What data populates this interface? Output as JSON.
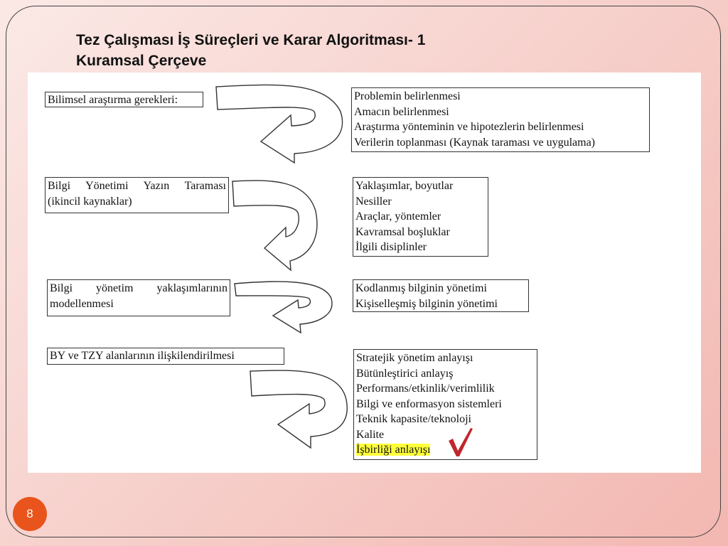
{
  "slide": {
    "title_line1": "Tez Çalışması İş Süreçleri ve Karar Algoritması- 1",
    "title_line2": "Kuramsal Çerçeve",
    "page_number": "8"
  },
  "diagram": {
    "left_boxes": [
      {
        "lines": [
          "Bilimsel araştırma gerekleri:"
        ]
      },
      {
        "lines": [
          "Bilgi Yönetimi Yazın Taraması",
          "(ikincil kaynaklar)"
        ]
      },
      {
        "lines": [
          "Bilgi yönetim yaklaşımlarının",
          "modellenmesi"
        ]
      },
      {
        "lines": [
          "BY ve TZY alanlarının ilişkilendirilmesi"
        ]
      }
    ],
    "right_boxes": [
      {
        "lines": [
          "Problemin belirlenmesi",
          "Amacın belirlenmesi",
          "Araştırma yönteminin ve hipotezlerin belirlenmesi",
          "Verilerin toplanması (Kaynak taraması ve uygulama)"
        ]
      },
      {
        "lines": [
          "Yaklaşımlar, boyutlar",
          "Nesiller",
          "Araçlar, yöntemler",
          "Kavramsal boşluklar",
          "İlgili disiplinler"
        ]
      },
      {
        "lines": [
          "Kodlanmış bilginin yönetimi",
          "Kişiselleşmiş bilginin yönetimi"
        ]
      },
      {
        "lines": [
          "Stratejik yönetim anlayışı",
          "Bütünleştirici anlayış",
          "Performans/etkinlik/verimlilik",
          "Bilgi ve enformasyon sistemleri",
          "Teknik kapasite/teknoloji",
          "Kalite",
          "İşbirliği anlayışı"
        ]
      }
    ],
    "highlight_color": "#ffff3a",
    "checkmark_color": "#c0272d",
    "badge_color": "#e8541c"
  }
}
